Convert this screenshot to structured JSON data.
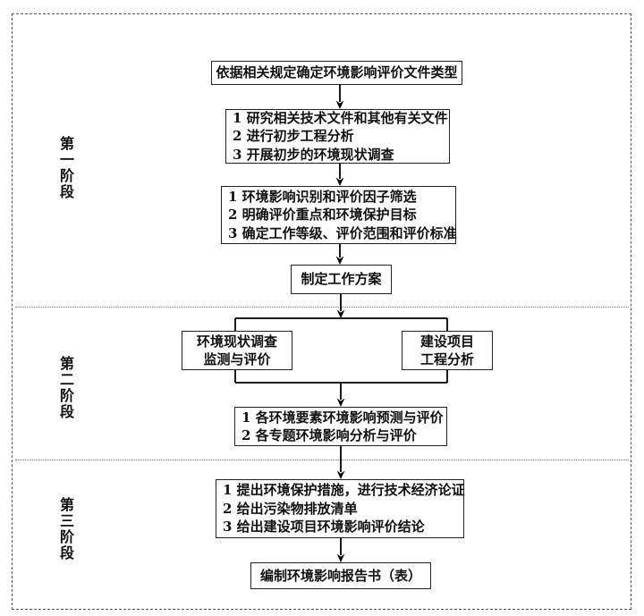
{
  "diagram": {
    "type": "flowchart",
    "language": "zh-CN",
    "stages": [
      {
        "label": "第一阶段"
      },
      {
        "label": "第二阶段"
      },
      {
        "label": "第三阶段"
      }
    ],
    "boxes": {
      "document_type": {
        "text": "依据相关规定确定环境影响评价文件类型"
      },
      "preliminary": {
        "lines": [
          "1 研究相关技术文件和其他有关文件",
          "2 进行初步工程分析",
          "3 开展初步的环境现状调查"
        ]
      },
      "identification": {
        "lines": [
          "1 环境影响识别和评价因子筛选",
          "2 明确评价重点和环境保护目标",
          "3 确定工作等级、评价范围和评价标准"
        ]
      },
      "work_plan": {
        "text": "制定工作方案"
      },
      "status_survey": {
        "lines": [
          "环境现状调查",
          "监测与评价"
        ]
      },
      "project_analysis": {
        "lines": [
          "建设项目",
          "工程分析"
        ]
      },
      "prediction": {
        "lines": [
          "1 各环境要素环境影响预测与评价",
          "2 各专题环境影响分析与评价"
        ]
      },
      "measures": {
        "lines": [
          "1 提出环境保护措施，进行技术经济论证",
          "2 给出污染物排放清单",
          "3 给出建设项目环境影响评价结论"
        ]
      },
      "report": {
        "text": "编制环境影响报告书（表）"
      }
    },
    "colors": {
      "background": "#ffffff",
      "box_border": "#222222",
      "connector_line": "#000000",
      "outer_border": "#555555",
      "separator": "#777777",
      "text": "#111111"
    }
  }
}
